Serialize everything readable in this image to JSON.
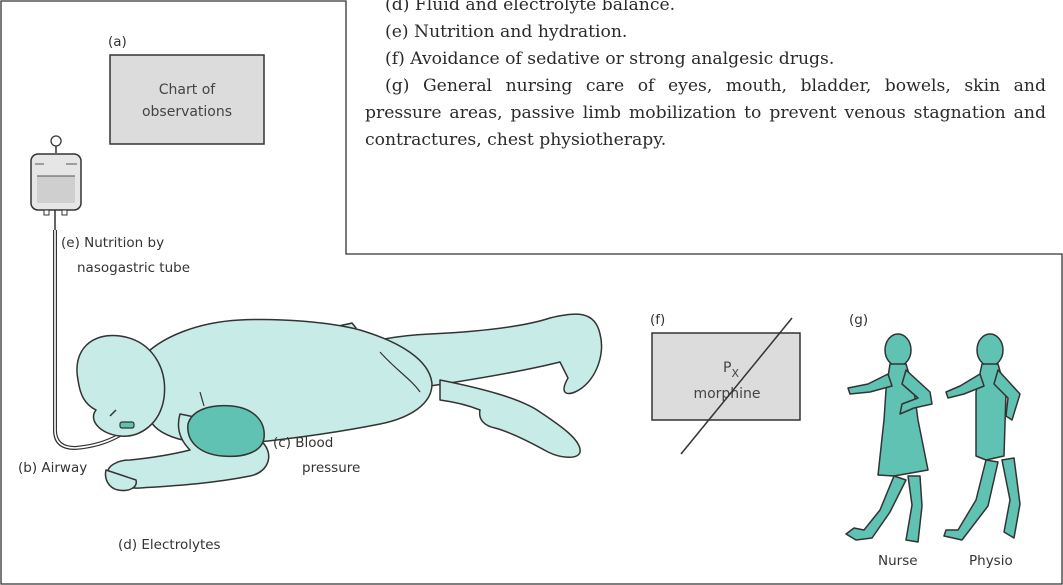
{
  "text_list": [
    "(d) Fluid and electrolyte balance.",
    "(e) Nutrition and hydration.",
    "(f) Avoidance of sedative or strong analgesic drugs.",
    "(g) General nursing care of eyes, mouth, bladder, bowels, skin and pressure areas, passive limb mobilization to prevent venous stagnation and contractures, chest physiotherapy."
  ],
  "panel_a": {
    "letter": "(a)",
    "chart_line1": "Chart of",
    "chart_line2": "observations"
  },
  "labels": {
    "nutrition_line1": "(e) Nutrition by",
    "nutrition_line2": "nasogastric tube",
    "airway": "(b) Airway",
    "blood_line1": "(c) Blood",
    "blood_line2": "pressure",
    "electrolytes": "(d) Electrolytes"
  },
  "panel_f": {
    "letter": "(f)",
    "rx_p": "P",
    "rx_sub": "X",
    "drug": "morphine"
  },
  "panel_g": {
    "letter": "(g)",
    "nurse": "Nurse",
    "physio": "Physio"
  },
  "colors": {
    "figure_fill": "#c7ebe6",
    "figure_dark": "#5fc2b3",
    "box_fill": "#dcdcdc",
    "outline": "#333333"
  }
}
